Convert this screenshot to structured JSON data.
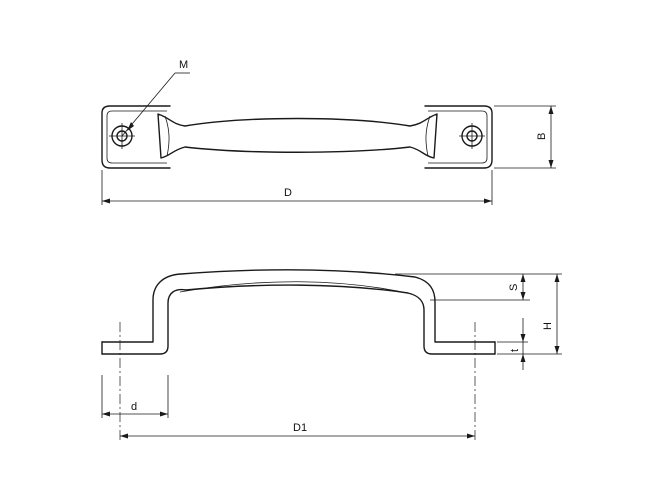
{
  "dimensions": {
    "M": "M",
    "D": "D",
    "B": "B",
    "S": "S",
    "H": "H",
    "t": "t",
    "d": "d",
    "D1": "D1"
  },
  "colors": {
    "line": "#1a1a1a",
    "background": "#ffffff"
  }
}
